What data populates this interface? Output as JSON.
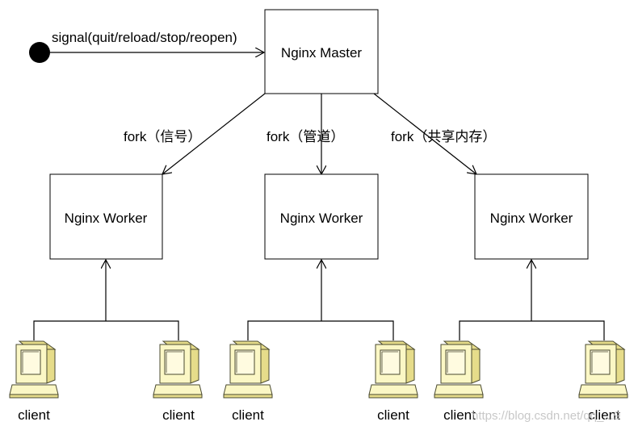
{
  "signal_label": "signal(quit/reload/stop/reopen)",
  "master": {
    "label": "Nginx Master"
  },
  "workers": [
    {
      "label": "Nginx Worker",
      "fork_label": "fork（信号）"
    },
    {
      "label": "Nginx Worker",
      "fork_label": "fork（管道）"
    },
    {
      "label": "Nginx Worker",
      "fork_label": "fork（共享内存）"
    }
  ],
  "clients": [
    "client",
    "client",
    "client",
    "client",
    "client",
    "client"
  ],
  "watermark": "https://blog.csdn.net/qq_...9",
  "icons": {
    "signal_source": "filled-circle-icon",
    "client": "computer-icon"
  }
}
